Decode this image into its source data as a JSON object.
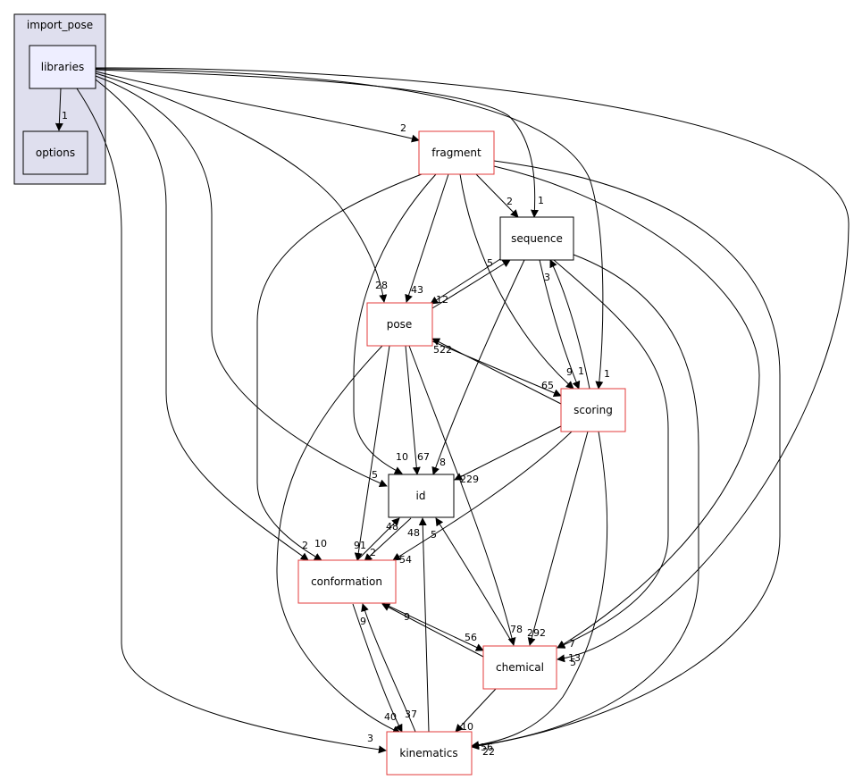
{
  "cluster": {
    "label": "import_pose"
  },
  "nodes": {
    "libraries": "libraries",
    "options": "options",
    "fragment": "fragment",
    "sequence": "sequence",
    "pose": "pose",
    "scoring": "scoring",
    "id": "id",
    "conformation": "conformation",
    "chemical": "chemical",
    "kinematics": "kinematics"
  },
  "edge_labels": {
    "libraries_options": "1",
    "libraries_fragment": "2",
    "libraries_sequence": "1",
    "libraries_pose": "28",
    "libraries_scoring": "1",
    "libraries_id": "5",
    "libraries_conformation_a": "2",
    "libraries_conformation_b": "10",
    "libraries_kinematics": "3",
    "libraries_chemical": "7",
    "fragment_sequence": "2",
    "fragment_pose": "43",
    "fragment_scoring": "9",
    "fragment_id": "10",
    "sequence_pose": "12",
    "pose_sequence": "5",
    "sequence_scoring": "1",
    "scoring_sequence": "3",
    "sequence_id": "8",
    "pose_scoring": "65",
    "scoring_pose": "522",
    "pose_id": "67",
    "pose_conformation": "91",
    "scoring_id": "229",
    "scoring_conformation": "54",
    "conformation_id": "48",
    "id_conformation": "2",
    "chemical_id": "5",
    "kinematics_id": "48",
    "pose_chemical": "78",
    "scoring_chemical": "292",
    "sequence_chemical": "13",
    "conformation_chemical": "56",
    "chemical_conformation": "9",
    "conformation_kinematics": "40",
    "kinematics_conformation": "37",
    "conformation_kinematics_b": "9",
    "chemical_kinematics": "10",
    "fragment_kinematics": "56",
    "scoring_kinematics": "22",
    "chemical_label_extra": "5"
  },
  "colors": {
    "cluster_fill": "#dfdfee",
    "cluster_stroke": "#000000",
    "libraries_fill": "#eeeeff",
    "red_stroke": "#e33b3b",
    "edge": "#000000"
  }
}
